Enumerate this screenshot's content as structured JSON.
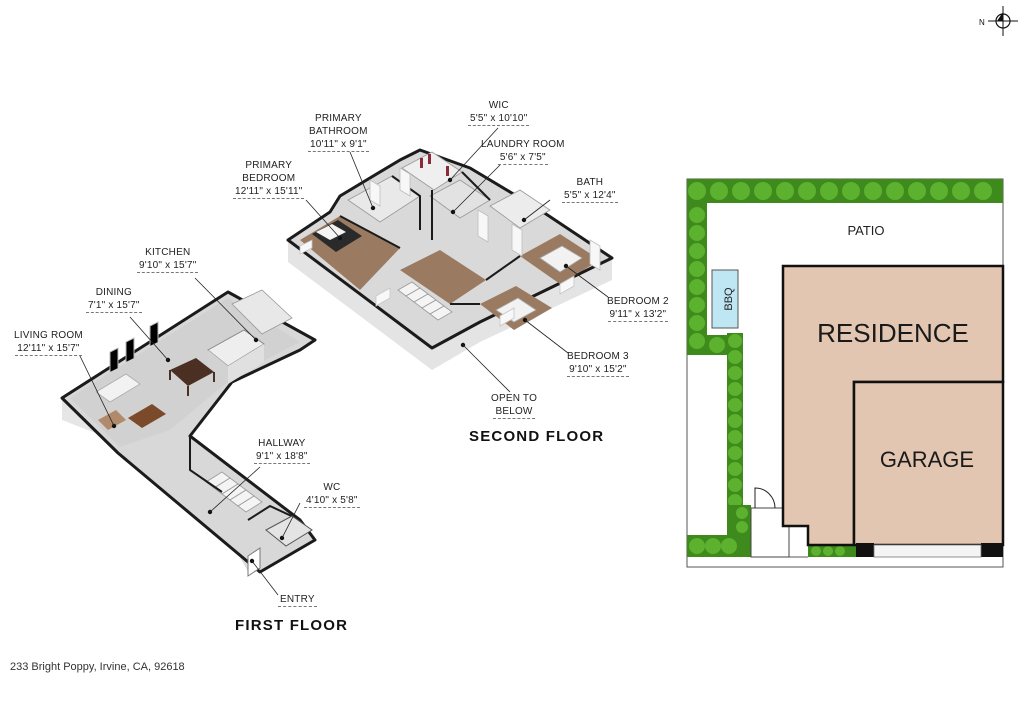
{
  "address": "233 Bright Poppy, Irvine, CA, 92618",
  "compass_label": "N",
  "floors": {
    "first": "FIRST FLOOR",
    "second": "SECOND FLOOR"
  },
  "rooms": {
    "living_room": {
      "name": "LIVING ROOM",
      "dim": "12'11\" x 15'7\""
    },
    "dining": {
      "name": "DINING",
      "dim": "7'1\" x 15'7\""
    },
    "kitchen": {
      "name": "KITCHEN",
      "dim": "9'10\" x 15'7\""
    },
    "hallway": {
      "name": "HALLWAY",
      "dim": "9'1\" x 18'8\""
    },
    "wc": {
      "name": "WC",
      "dim": "4'10\" x 5'8\""
    },
    "entry": {
      "name": "ENTRY"
    },
    "primary_bathroom": {
      "name_1": "PRIMARY",
      "name_2": "BATHROOM",
      "dim": "10'11\" x 9'1\""
    },
    "primary_bedroom": {
      "name_1": "PRIMARY",
      "name_2": "BEDROOM",
      "dim": "12'11\" x 15'11\""
    },
    "wic": {
      "name": "WIC",
      "dim": "5'5\" x 10'10\""
    },
    "laundry_room": {
      "name": "LAUNDRY ROOM",
      "dim": "5'6\" x 7'5\""
    },
    "bath": {
      "name": "BATH",
      "dim": "5'5\" x 12'4\""
    },
    "bedroom_2": {
      "name": "BEDROOM 2",
      "dim": "9'11\" x 13'2\""
    },
    "bedroom_3": {
      "name": "BEDROOM 3",
      "dim": "9'10\" x 15'2\""
    },
    "open_to_below": {
      "name_1": "OPEN TO",
      "name_2": "BELOW"
    }
  },
  "site": {
    "patio": "PATIO",
    "bbq": "BBQ",
    "residence": "RESIDENCE",
    "garage": "GARAGE"
  },
  "colors": {
    "hedge": "#5cb22e",
    "hedge_edge": "#3f8a1c",
    "building": "#e2c6b1",
    "bbq": "#bfe6f3",
    "floor_wood": "#9a7b62",
    "floor_gray": "#c9c9c9"
  }
}
